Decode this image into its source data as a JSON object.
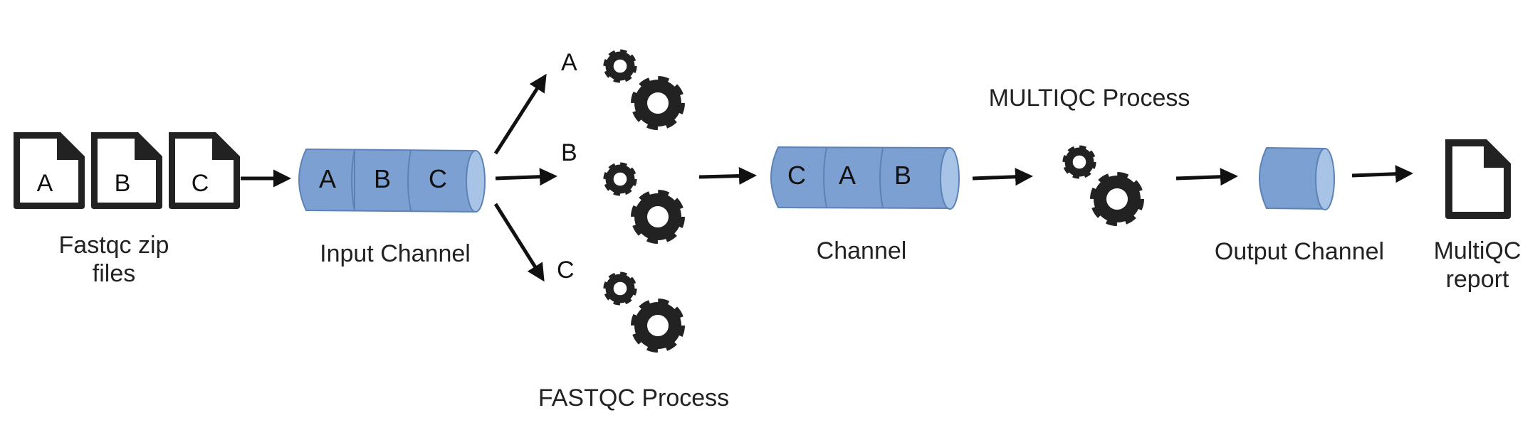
{
  "files": {
    "letters": [
      "A",
      "B",
      "C"
    ],
    "label_line1": "Fastqc zip",
    "label_line2": "files"
  },
  "input_channel": {
    "letters": [
      "A",
      "B",
      "C"
    ],
    "label": "Input Channel"
  },
  "fastqc": {
    "branch_labels": [
      "A",
      "B",
      "C"
    ],
    "label": "FASTQC Process"
  },
  "channel": {
    "letters": [
      "C",
      "A",
      "B"
    ],
    "label": "Channel"
  },
  "multiqc": {
    "label": "MULTIQC Process"
  },
  "output_channel": {
    "label": "Output Channel"
  },
  "report": {
    "label_line1": "MultiQC",
    "label_line2": "report"
  },
  "colors": {
    "cylinder_fill": "#7ba0d1",
    "cylinder_cap": "#a7c3e6",
    "cylinder_stroke": "#5c82b8",
    "icon": "#222222"
  }
}
